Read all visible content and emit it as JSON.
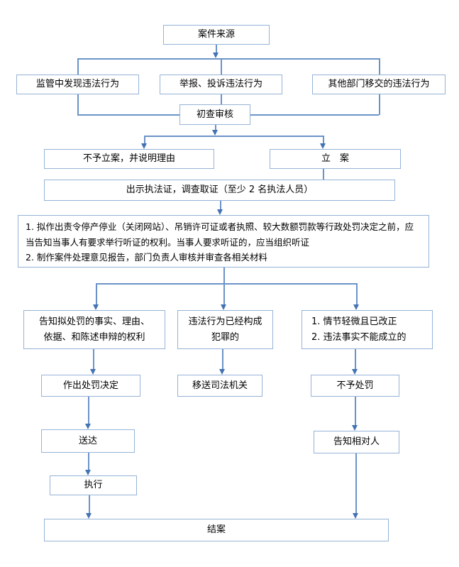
{
  "diagram": {
    "type": "flowchart",
    "language": "zh-CN",
    "colors": {
      "box_border": "#95b3d7",
      "connector_line": "#6b93c7",
      "arrowhead": "#4473b4",
      "text": "#000000",
      "background": "#ffffff"
    },
    "nodes": {
      "case_source": {
        "label": "案件来源"
      },
      "found_in_supervision": {
        "label": "监管中发现违法行为"
      },
      "report_complaint": {
        "label": "举报、投诉违法行为"
      },
      "transferred_by_other_departments": {
        "label": "其他部门移交的违法行为"
      },
      "initial_review": {
        "label": "初查审核"
      },
      "no_case_filed": {
        "label": "不予立案，并说明理由"
      },
      "case_filed": {
        "label": "立　案"
      },
      "show_credentials": {
        "label": "出示执法证，调查取证（至少 2 名执法人员）"
      },
      "hearing_notice": {
        "lines": [
          "1. 拟作出责令停产停业（关闭网站）、吊销许可证或者执照、较大数额罚款等行政处罚决定之前，应当告知当事人有要求举行听证的权利。当事人要求听证的，应当组织听证",
          "2. 制作案件处理意见报告，部门负责人审核并审查各相关材料"
        ]
      },
      "inform_rights": {
        "lines": [
          "告知拟处罚的事实、理由、",
          "依据、和陈述申辩的权利"
        ]
      },
      "constitutes_crime": {
        "lines": [
          "违法行为已经构成",
          "犯罪的"
        ]
      },
      "minor_or_unfounded": {
        "lines": [
          "1. 情节轻微且已改正",
          "2. 违法事实不能成立的"
        ]
      },
      "make_punishment_decision": {
        "label": "作出处罚决定"
      },
      "transfer_to_judicial_organ": {
        "label": "移送司法机关"
      },
      "no_punishment": {
        "label": "不予处罚"
      },
      "delivery": {
        "label": "送达"
      },
      "inform_party": {
        "label": "告知相对人"
      },
      "execution": {
        "label": "执行"
      },
      "case_closed": {
        "label": "结案"
      }
    }
  }
}
